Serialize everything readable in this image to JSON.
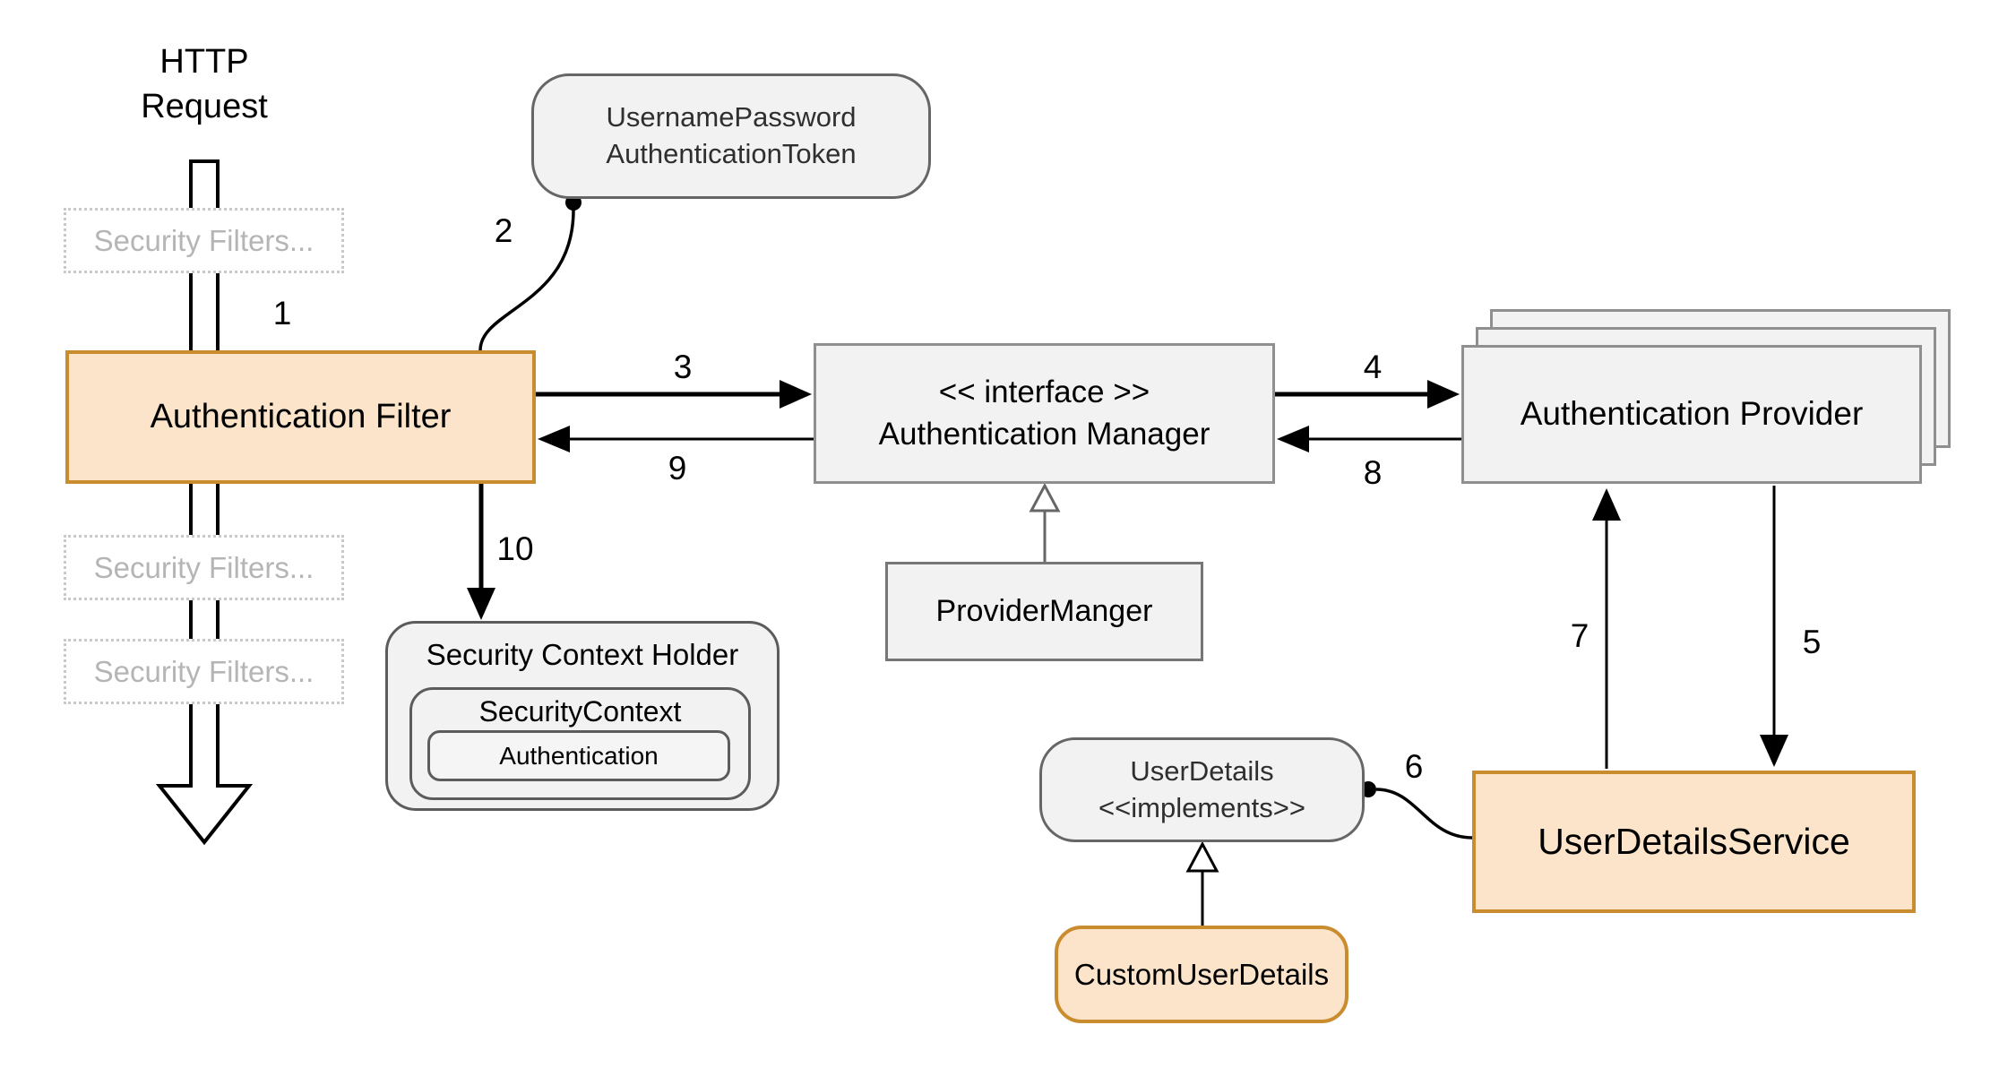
{
  "nodes": {
    "http_request": {
      "line1": "HTTP",
      "line2": "Request"
    },
    "security_filters_top": {
      "label": "Security Filters..."
    },
    "security_filters_mid": {
      "label": "Security Filters..."
    },
    "security_filters_bottom": {
      "label": "Security Filters..."
    },
    "authentication_filter": {
      "label": "Authentication Filter"
    },
    "username_password_token": {
      "line1": "UsernamePassword",
      "line2": "AuthenticationToken"
    },
    "authentication_manager": {
      "stereotype": "<< interface >>",
      "label": "Authentication Manager"
    },
    "provider_manager": {
      "label": "ProviderManger"
    },
    "authentication_provider": {
      "label": "Authentication Provider"
    },
    "security_context_holder": {
      "label": "Security Context Holder"
    },
    "security_context": {
      "label": "SecurityContext"
    },
    "authentication": {
      "label": "Authentication"
    },
    "user_details": {
      "line1": "UserDetails",
      "line2": "<<implements>>"
    },
    "custom_user_details": {
      "label": "CustomUserDetails"
    },
    "user_details_service": {
      "label": "UserDetailsService"
    }
  },
  "flow_steps": {
    "step1": "1",
    "step2": "2",
    "step3": "3",
    "step4": "4",
    "step5": "5",
    "step6": "6",
    "step7": "7",
    "step8": "8",
    "step9": "9",
    "step10": "10"
  },
  "colors": {
    "orange_fill": "#FBE4C9",
    "orange_stroke": "#C98C2F",
    "gray_fill": "#F2F2F2",
    "gray_stroke": "#8F8F8F",
    "dark_gray_stroke": "#666666",
    "dashed_border": "#C9C9C9",
    "dashed_text": "#B5B5B5",
    "connector": "#000000"
  }
}
